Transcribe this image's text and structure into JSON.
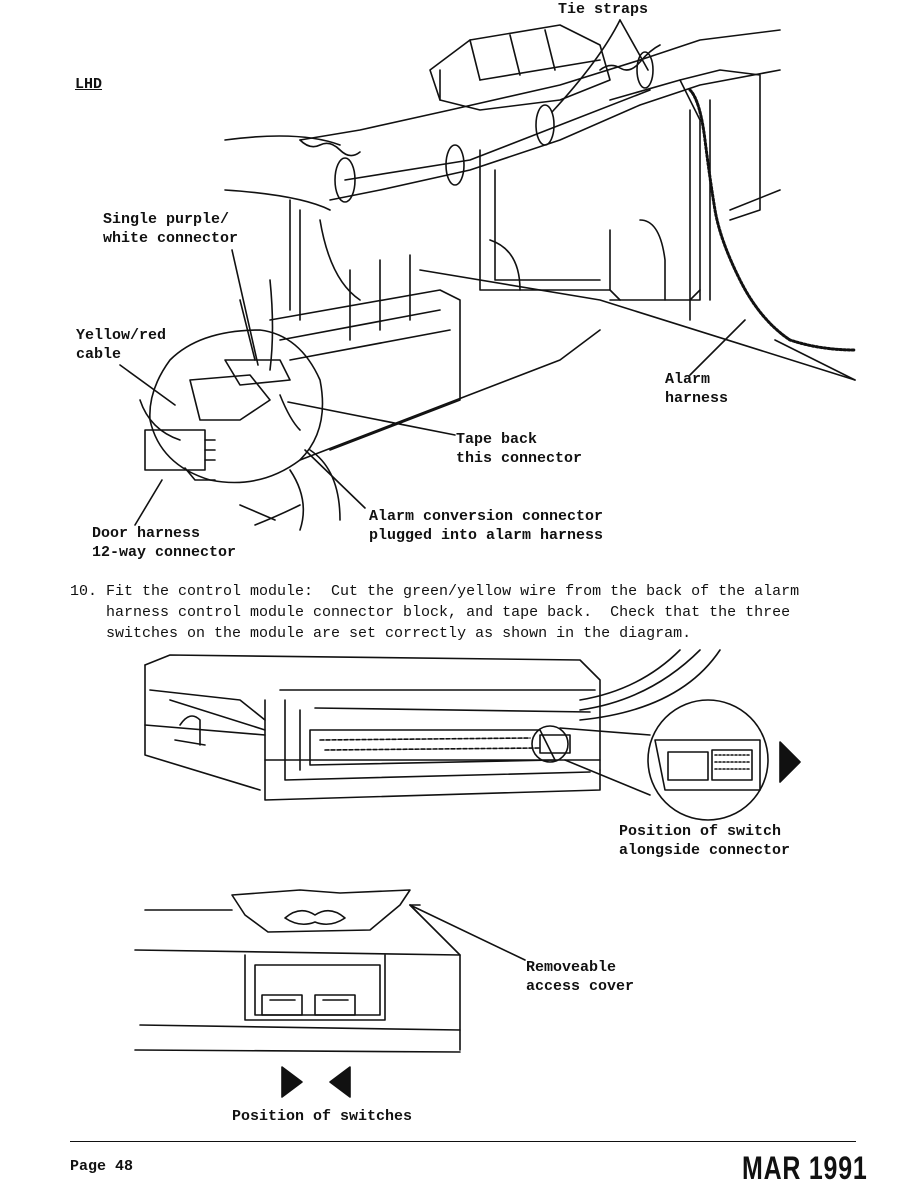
{
  "header": {
    "lhd": "LHD",
    "tie_straps": "Tie straps"
  },
  "figure1": {
    "single_purple_white": "Single purple/\nwhite connector",
    "yellow_red_cable": "Yellow/red\ncable",
    "alarm_harness": "Alarm\nharness",
    "tape_back": "Tape back\nthis connector",
    "door_harness": "Door harness\n12-way connector",
    "alarm_conversion": "Alarm conversion connector\nplugged into alarm harness"
  },
  "step10": {
    "text": "10. Fit the control module:  Cut the green/yellow wire from the back of the alarm\n    harness control module connector block, and tape back.  Check that the three\n    switches on the module are set correctly as shown in the diagram."
  },
  "figure2": {
    "switch_position": "Position of switch\nalongside connector"
  },
  "figure3": {
    "removeable_cover": "Removeable\naccess cover",
    "switches_position": "Position of switches"
  },
  "footer": {
    "page": "Page 48",
    "date": "MAR 1991"
  }
}
